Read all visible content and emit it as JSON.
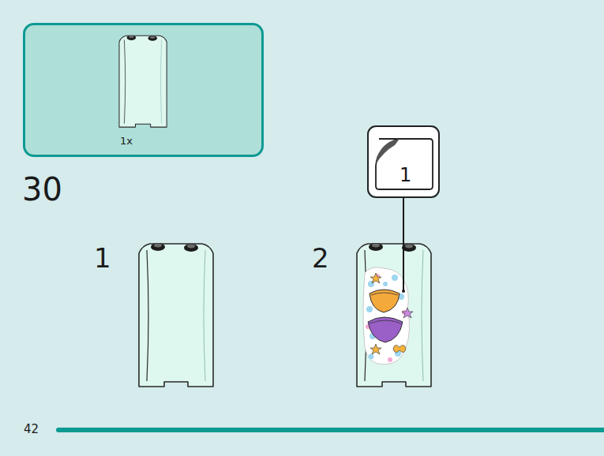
{
  "diagram": {
    "nodes": [
      {
        "text": [
          "1x"
        ]
      },
      {
        "text": [
          "1"
        ]
      }
    ],
    "labels": [
      "30",
      "1",
      "2",
      "42"
    ]
  }
}
